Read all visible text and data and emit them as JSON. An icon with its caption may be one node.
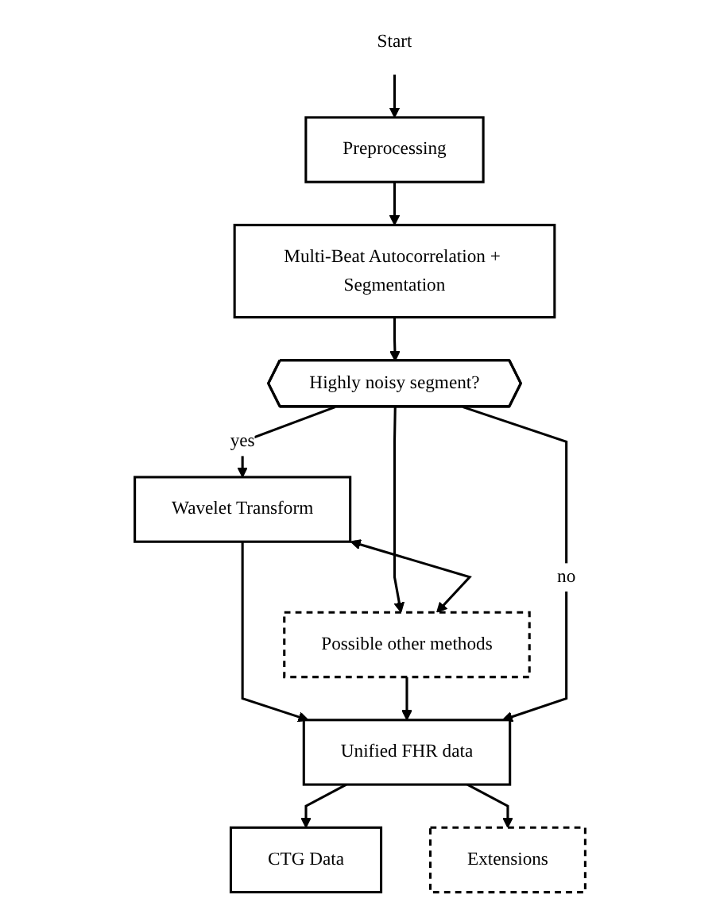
{
  "diagram": {
    "nodes": [
      {
        "text": [
          "Start"
        ]
      },
      {
        "text": [
          "Preprocessing"
        ]
      },
      {
        "text": [
          "Multi-Beat Autocorrelation + Segmentation"
        ]
      },
      {
        "text": [
          "Highly noisy segment?"
        ]
      },
      {
        "text": [
          "Wavelet Transform"
        ]
      },
      {
        "text": [
          "Possible other methods"
        ]
      },
      {
        "text": [
          "Unified FHR data"
        ]
      },
      {
        "text": [
          "CTG Data"
        ]
      },
      {
        "text": [
          "Extensions"
        ]
      }
    ],
    "edges": [
      {
        "from": 0,
        "to": 1,
        "arrow": "to"
      },
      {
        "from": 1,
        "to": 2,
        "arrow": "to"
      },
      {
        "from": 2,
        "to": 3,
        "arrow": "to"
      },
      {
        "from": 3,
        "to": 4,
        "arrow": "to",
        "label": "yes"
      },
      {
        "from": 3,
        "to": 5,
        "arrow": "to"
      },
      {
        "from": 4,
        "to": 5,
        "arrow": "both"
      },
      {
        "from": 4,
        "to": 6,
        "arrow": "to"
      },
      {
        "from": 5,
        "to": 6,
        "arrow": "to"
      },
      {
        "from": 3,
        "to": 6,
        "arrow": "to",
        "label": "no"
      },
      {
        "from": 6,
        "to": 7,
        "arrow": "to"
      },
      {
        "from": 6,
        "to": 8,
        "arrow": "to"
      }
    ]
  }
}
